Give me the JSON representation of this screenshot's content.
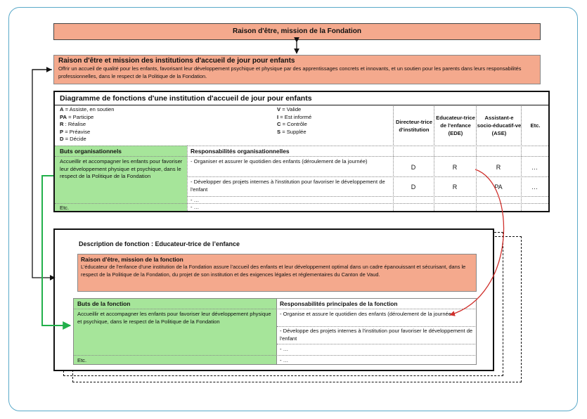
{
  "mission_box": {
    "title": "Raison d'être, mission de la Fondation"
  },
  "institutions_box": {
    "title": "Raison d'être et mission des institutions d'accueil de jour pour enfants",
    "text": "Offrir un accueil de qualité pour les enfants, favorisant leur développement psychique et physique par des apprentissages concrets et innovants, et un soutien pour les parents dans leurs responsabilités professionnelles, dans le respect de la Politique de la Fondation."
  },
  "diagram": {
    "title": "Diagramme de fonctions d'une institution d'accueil de jour pour enfants",
    "legend_left": [
      {
        "code": "A",
        "label": " = Assiste, en soutien"
      },
      {
        "code": "PA",
        "label": " = Participe"
      },
      {
        "code": "R",
        "label": " : Réalise"
      },
      {
        "code": "P",
        "label": " = Préavise"
      },
      {
        "code": "D",
        "label": " = Décide"
      }
    ],
    "legend_right": [
      {
        "code": "V",
        "label": " = Valide"
      },
      {
        "code": "I",
        "label": " = Est informé"
      },
      {
        "code": "C",
        "label": " = Contrôle"
      },
      {
        "code": "S",
        "label": " = Supplée"
      }
    ],
    "roles": [
      "Directeur-trice d'institution",
      "Educateur-trice de l'enfance (EDE)",
      "Assistant-e socio-éducatif-ve (ASE)",
      "Etc."
    ],
    "goals_header": "Buts organisationnels",
    "resp_header": "Responsabilités organisationnelles",
    "goal_text": "Accueillir et accompagner les enfants pour favoriser leur développement physique et psychique, dans le respect de la Politique de la Fondation",
    "goal_etc": "Etc.",
    "rows": [
      {
        "resp": " - Organiser et assurer le quotidien des enfants (déroulement de la journée)",
        "values": [
          "D",
          "R",
          "R",
          "…"
        ]
      },
      {
        "resp": " - Développer des projets internes à l'institution pour favoriser le développement de l'enfant",
        "values": [
          "D",
          "R",
          "PA",
          "…"
        ]
      },
      {
        "resp": " - …",
        "values": [
          "",
          "",
          "",
          ""
        ]
      },
      {
        "resp": " - …",
        "values": [
          "",
          "",
          "",
          ""
        ]
      }
    ]
  },
  "description": {
    "title": "Description de fonction : Educateur-trice de l’enfance",
    "raison_title": "Raison d'être, mission de la fonction",
    "raison_text": "L’éducateur de l’enfance d’une institution de la Fondation assure l’accueil des enfants et leur développement optimal dans un cadre épanouissant et sécurisant, dans le respect de la Politique de la Fondation, du projet de son institution et des exigences légales et réglementaires du Canton de Vaud.",
    "goals_header": "Buts de la fonction",
    "resp_header": "Responsabilités principales de la fonction",
    "goal_text": "Accueillir et accompagner les enfants pour favoriser leur développement physique et psychique, dans le respect de la Politique de la Fondation",
    "goal_etc": "Etc.",
    "rows": [
      " - Organise et assure le quotidien des enfants (déroulement de la journée",
      " - Développe des projets internes à l'institution pour favoriser le développement de l'enfant",
      " - …",
      " - …"
    ]
  },
  "colors": {
    "salmon": "#f4a98d",
    "green": "#a6e59a",
    "frame": "#5aa9c9",
    "arrow_green": "#22b04b",
    "arrow_red": "#d0312d"
  }
}
